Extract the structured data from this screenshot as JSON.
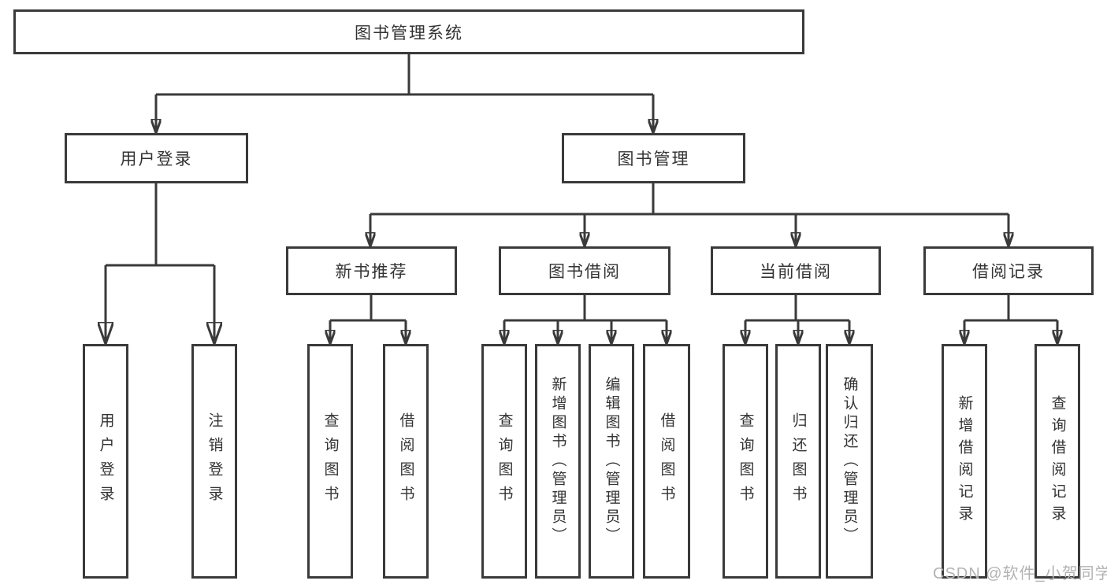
{
  "colors": {
    "line": "#3a3a3a",
    "box_border": "#3a3a3a",
    "text": "#333333",
    "watermark": "#b3b3b3",
    "background": "#ffffff"
  },
  "watermark": "CSDN @软件_小贺同学",
  "root": {
    "label": "图书管理系统"
  },
  "branches": [
    {
      "label": "用户登录",
      "children": [
        {
          "label": "用户登录"
        },
        {
          "label": "注销登录"
        }
      ]
    },
    {
      "label": "图书管理",
      "groups": [
        {
          "label": "新书推荐",
          "children": [
            {
              "label": "查询图书"
            },
            {
              "label": "借阅图书"
            }
          ]
        },
        {
          "label": "图书借阅",
          "children": [
            {
              "label": "查询图书"
            },
            {
              "label": "新增图书（管理员）"
            },
            {
              "label": "编辑图书（管理员）"
            },
            {
              "label": "借阅图书"
            }
          ]
        },
        {
          "label": "当前借阅",
          "children": [
            {
              "label": "查询图书"
            },
            {
              "label": "归还图书"
            },
            {
              "label": "确认归还（管理员）"
            }
          ]
        },
        {
          "label": "借阅记录",
          "children": [
            {
              "label": "新增借阅记录"
            },
            {
              "label": "查询借阅记录"
            }
          ]
        }
      ]
    }
  ]
}
